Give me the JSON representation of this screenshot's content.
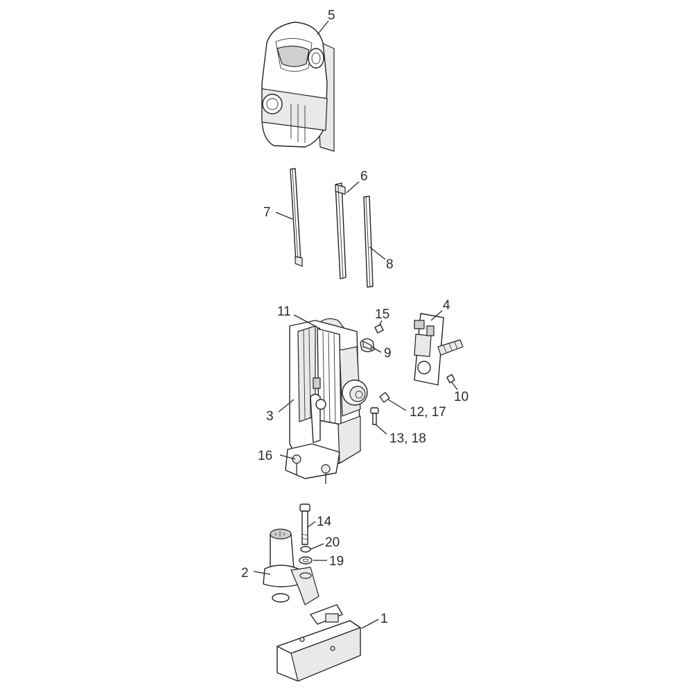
{
  "callouts": [
    {
      "id": "c5",
      "text": "5"
    },
    {
      "id": "c6",
      "text": "6"
    },
    {
      "id": "c7",
      "text": "7"
    },
    {
      "id": "c8",
      "text": "8"
    },
    {
      "id": "c11",
      "text": "11"
    },
    {
      "id": "c15",
      "text": "15"
    },
    {
      "id": "c4",
      "text": "4"
    },
    {
      "id": "c9",
      "text": "9"
    },
    {
      "id": "c10",
      "text": "10"
    },
    {
      "id": "c3",
      "text": "3"
    },
    {
      "id": "c1217",
      "text": "12, 17"
    },
    {
      "id": "c1318",
      "text": "13, 18"
    },
    {
      "id": "c16",
      "text": "16"
    },
    {
      "id": "c14",
      "text": "14"
    },
    {
      "id": "c20",
      "text": "20"
    },
    {
      "id": "c19",
      "text": "19"
    },
    {
      "id": "c2",
      "text": "2"
    },
    {
      "id": "c1",
      "text": "1"
    }
  ],
  "colors": {
    "ink": "#222222",
    "shade": "#cfcfcf",
    "paper": "#ffffff"
  }
}
